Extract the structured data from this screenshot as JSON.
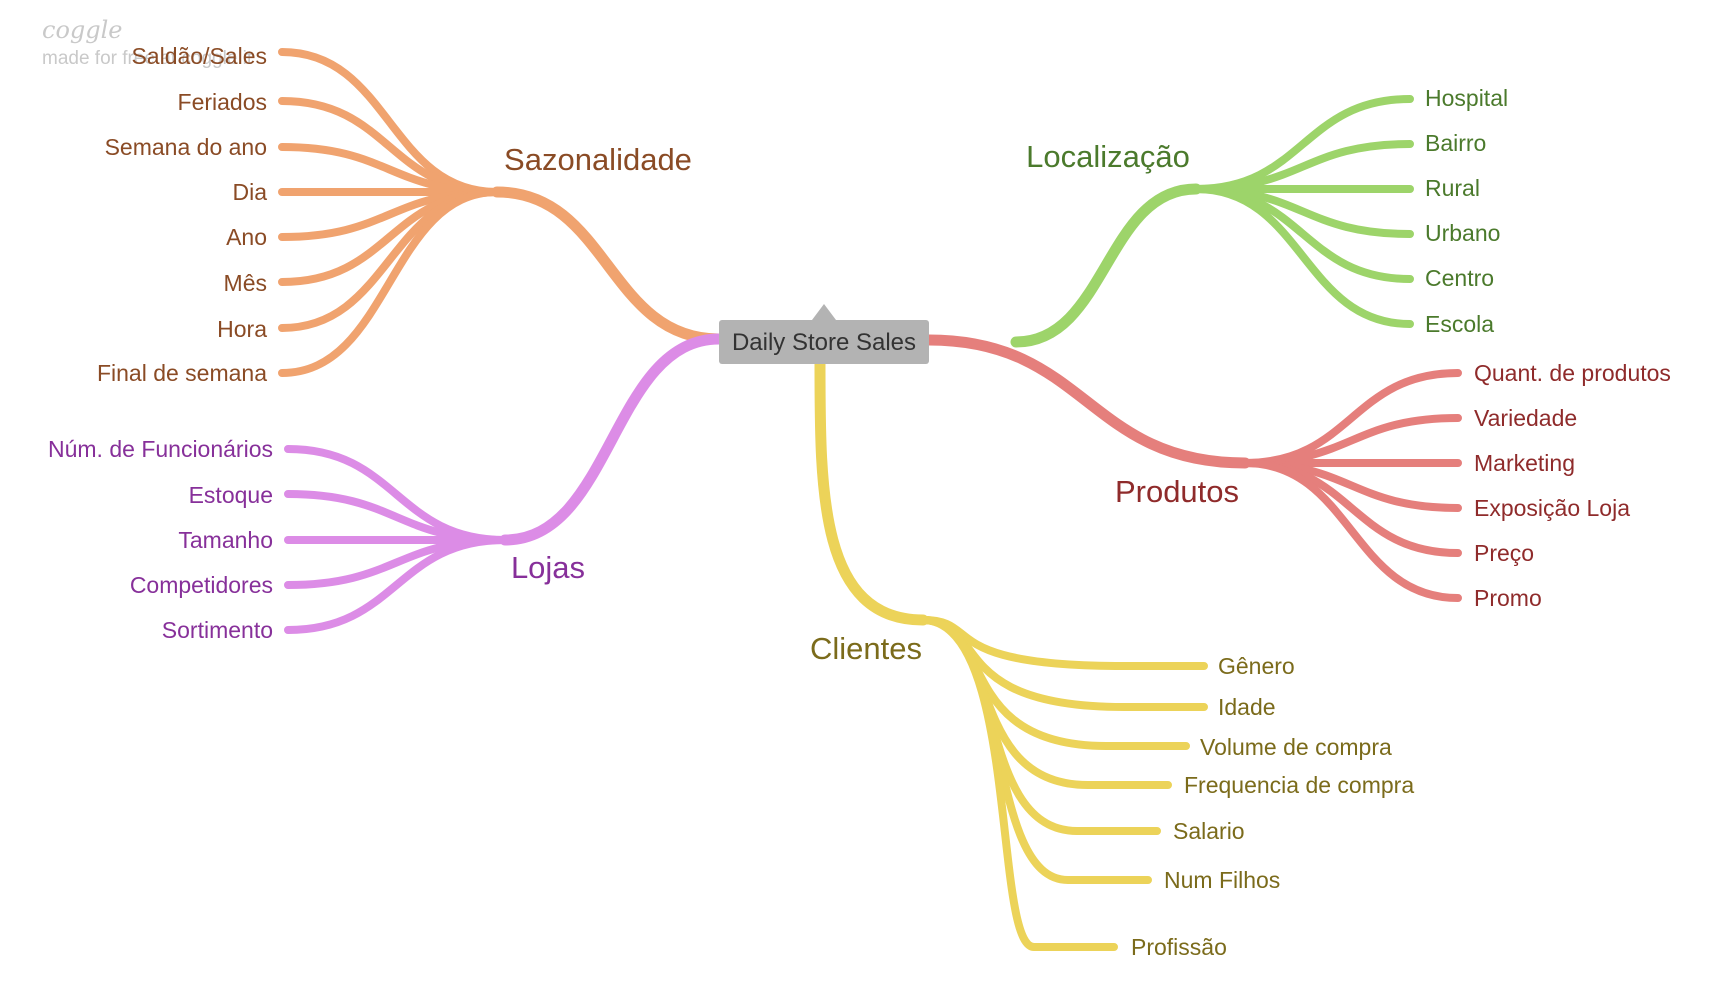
{
  "watermark": {
    "logo": "coggle",
    "text": "made for free at coggle.it"
  },
  "root": {
    "label": "Daily Store Sales"
  },
  "branches": [
    {
      "id": "sazonalidade",
      "label": "Sazonalidade",
      "stroke": "#f0a36f",
      "text_color": "#8a4b25",
      "leaves": [
        "Saldão/Sales",
        "Feriados",
        "Semana do ano",
        "Dia",
        "Ano",
        "Mês",
        "Hora",
        "Final de semana"
      ]
    },
    {
      "id": "localizacao",
      "label": "Localização",
      "stroke": "#9dd46a",
      "text_color": "#4b7a2c",
      "leaves": [
        "Hospital",
        "Bairro",
        "Rural",
        "Urbano",
        "Centro",
        "Escola"
      ]
    },
    {
      "id": "produtos",
      "label": "Produtos",
      "stroke": "#e57f7c",
      "text_color": "#8f2b2b",
      "leaves": [
        "Quant. de produtos",
        "Variedade",
        "Marketing",
        "Exposição Loja",
        "Preço",
        "Promo"
      ]
    },
    {
      "id": "lojas",
      "label": "Lojas",
      "stroke": "#dc8ce6",
      "text_color": "#87309a",
      "leaves": [
        "Núm. de Funcionários",
        "Estoque",
        "Tamanho",
        "Competidores",
        "Sortimento"
      ]
    },
    {
      "id": "clientes",
      "label": "Clientes",
      "stroke": "#ecd359",
      "text_color": "#7b6b1b",
      "leaves": [
        "Gênero",
        "Idade",
        "Volume de compra",
        "Frequencia de compra",
        "Salario",
        "Num Filhos",
        "Profissão"
      ]
    }
  ]
}
